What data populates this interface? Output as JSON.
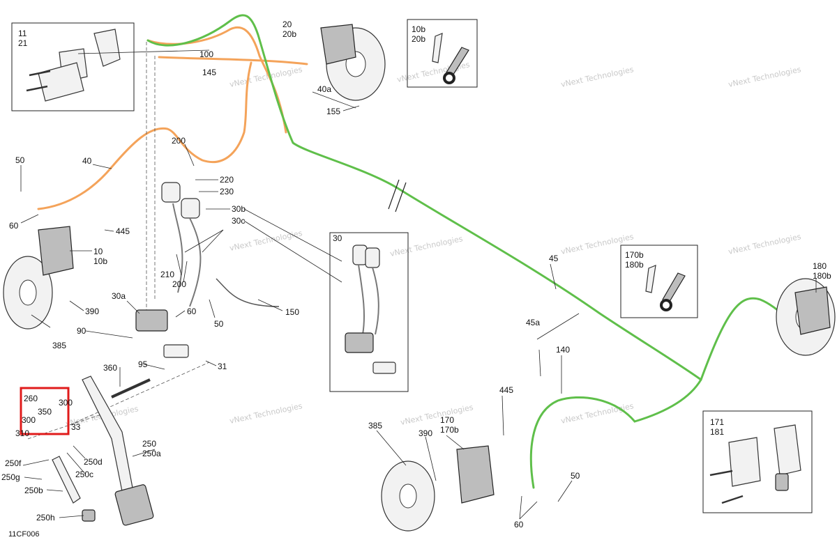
{
  "diagram": {
    "figure_code": "11CF006",
    "watermark": "vNext Technologies",
    "colors": {
      "front_line": "#f4a35a",
      "rear_line": "#5fbf4a",
      "highlight": "#e01b1b",
      "ink": "#222222"
    },
    "labels": {
      "l11": "11",
      "l21": "21",
      "l20": "20",
      "l20b": "20b",
      "l10b": "10b",
      "l20b_kit": "20b",
      "l100": "100",
      "l145": "145",
      "l40a": "40a",
      "l155": "155",
      "l50a": "50",
      "l40": "40",
      "l60a": "60",
      "l200a": "200",
      "l220": "220",
      "l230": "230",
      "l445a": "445",
      "l10": "10",
      "l10b_caliper": "10b",
      "l30b": "30b",
      "l30c": "30c",
      "l30": "30",
      "l210": "210",
      "l200b": "200",
      "l390a": "390",
      "l385a": "385",
      "l30a": "30a",
      "l90": "90",
      "l60b": "60",
      "l50b": "50",
      "l150": "150",
      "l95": "95",
      "l31": "31",
      "l360": "360",
      "l260": "260",
      "l300a": "300",
      "l350": "350",
      "l300b": "300",
      "l33": "33",
      "l310": "310",
      "l250": "250",
      "l250a": "250a",
      "l250d": "250d",
      "l250c": "250c",
      "l250f": "250f",
      "l250g": "250g",
      "l250b": "250b",
      "l250h": "250h",
      "l45": "45",
      "l45a": "45a",
      "l140": "140",
      "l170b": "170b",
      "l180b_kit": "180b",
      "l180": "180",
      "l180b": "180b",
      "l385b": "385",
      "l390b": "390",
      "l170": "170",
      "l170b_caliper": "170b",
      "l445b": "445",
      "l50c": "50",
      "l60c": "60",
      "l171": "171",
      "l181": "181"
    }
  }
}
